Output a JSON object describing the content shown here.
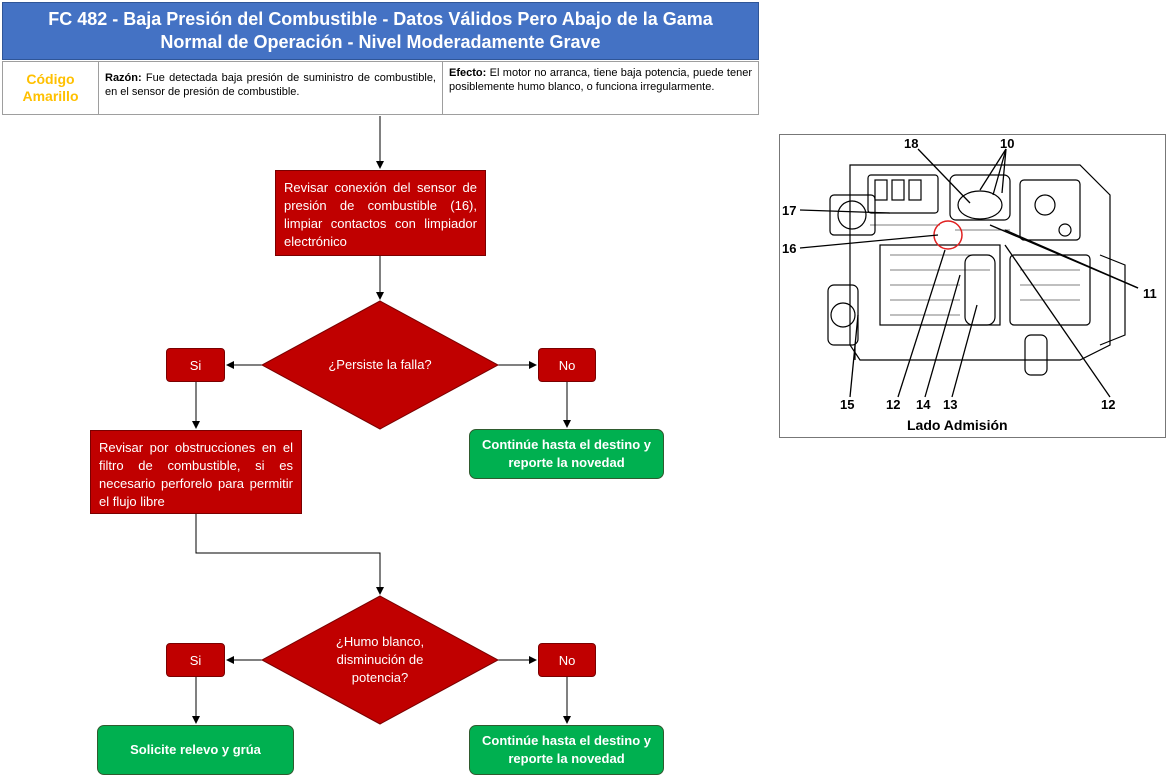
{
  "header": {
    "title": "FC 482 - Baja Presión del Combustible - Datos Válidos Pero Abajo de la Gama Normal de Operación - Nivel Moderadamente Grave",
    "code_label": "Código Amarillo",
    "reason_label": "Razón:",
    "reason_text": " Fue detectada baja presión de suministro de combustible, en el sensor de presión de combustible.",
    "effect_label": "Efecto:",
    "effect_text": " El motor no arranca, tiene baja potencia, puede tener posiblemente humo blanco, o funciona irregularmente."
  },
  "colors": {
    "header_bg": "#4472c4",
    "code_color": "#ffc000",
    "action_red": "#c00000",
    "end_green": "#00b050"
  },
  "flow": {
    "step1": "Revisar conexión del sensor de presión de combustible (16), limpiar contactos con limpiador electrónico",
    "decision1": "¿Persiste la falla?",
    "yes1": "Si",
    "no1": "No",
    "end_continue1": "Continúe hasta el destino y reporte la novedad",
    "step2": "Revisar por obstrucciones en el filtro de combustible, si es necesario perforelo para permitir el flujo libre",
    "decision2": "¿Humo blanco, disminución de potencia?",
    "yes2": "Si",
    "no2": "No",
    "end_tow": "Solicite relevo y grúa",
    "end_continue2": "Continúe hasta el destino y reporte la novedad"
  },
  "figure": {
    "caption": "Lado Admisión",
    "callouts": [
      "18",
      "10",
      "17",
      "16",
      "11",
      "15",
      "12",
      "14",
      "13",
      "12"
    ]
  }
}
